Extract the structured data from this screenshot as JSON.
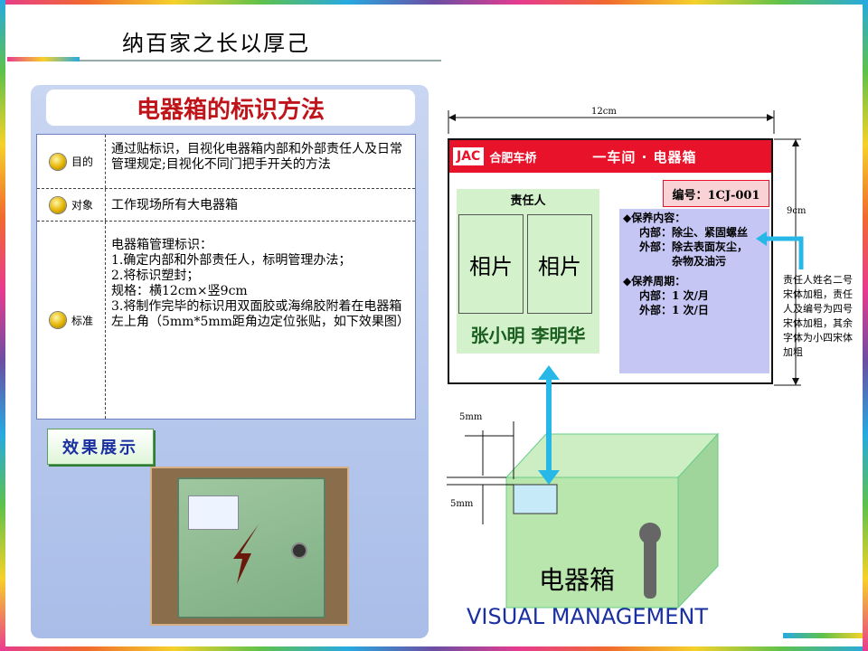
{
  "slogan": "纳百家之长以厚己",
  "title": "电器箱的标识方法",
  "table": {
    "rows": [
      {
        "label": "目的",
        "content": "通过贴标识，目视化电器箱内部和外部责任人及日常管理规定;目视化不同门把手开关的方法"
      },
      {
        "label": "对象",
        "content": "工作现场所有大电器箱"
      },
      {
        "label": "标准",
        "lines": [
          "电器箱管理标识：",
          "1.确定内部和外部责任人，标明管理办法；",
          "2.将标识塑封；",
          "规格：横12cm×竖9cm",
          "3.将制作完毕的标识用双面胶或海绵胶附着在电器箱左上角（5mm*5mm距角边定位张贴，如下效果图）"
        ]
      }
    ]
  },
  "effect_label": "效果展示",
  "sign": {
    "width_label": "12cm",
    "height_label": "9cm",
    "logo": "JAC",
    "company": "合肥车桥",
    "workshop": "一车间 · 电器箱",
    "number": "编号：1CJ-001",
    "responsible_title": "责任人",
    "photo_label": "相片",
    "names": "张小明 李明华",
    "maintenance": [
      "◆保养内容：",
      "内部：除尘、紧固螺丝",
      "外部：除去表面灰尘，",
      "杂物及油污",
      "◆保养周期：",
      "内部：1 次/月",
      "外部：1 次/日"
    ]
  },
  "note": "责任人姓名二号宋体加粗，责任人及编号为四号宋体加粗，其余字体为小四宋体加粗",
  "offset_labels": [
    "5mm",
    "5mm"
  ],
  "box_label": "电器箱",
  "footer": "VISUAL MANAGEMENT",
  "colors": {
    "accent_red": "#e8132a",
    "title_red": "#c0141b",
    "footer_blue": "#1a2fa0",
    "arrow_cyan": "#27b8e8",
    "box_green": "#b8e6ac"
  }
}
